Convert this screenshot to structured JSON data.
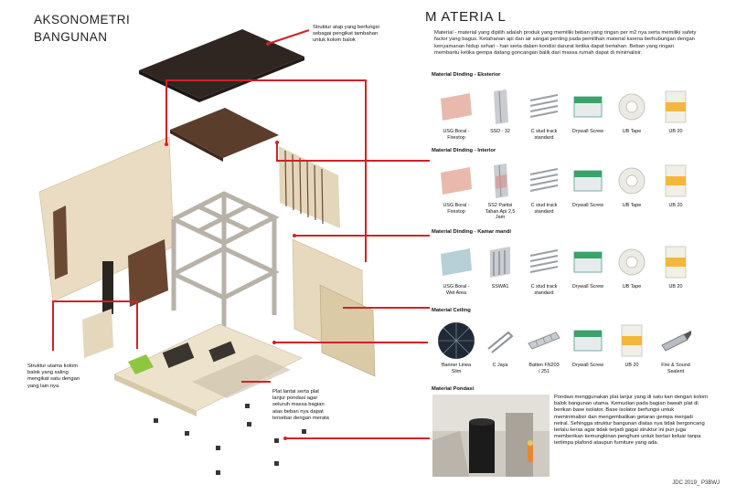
{
  "header": {
    "left_title": "AKSONOMETRI\nBANGUNAN",
    "right_title": "M  ATERIA  L"
  },
  "intro_text": "Material - material yang dipilih adalah produk yang memiliki beban yang ringan per m2 nya serta memiliki safety factor yang bagus. Ketahanan api dan air sangat penting pada pemilihan material karena berhubungan dengan kenyamanan hidup sehari - hari serta dalam kondisi darurat ketika dapat bertahan. Beban yang ringan membantu ketika gempa datang goncangan balik dari massa rumah dapat di minimalisir.",
  "notes": {
    "roof": "Struktur atap yang berfungsi\nsebagai pengikat tambahan\nuntuk kolom balok",
    "column": "Struktur utama kolom\nbalok yang saling\nmengikat satu dengan\nyang lain nya",
    "floor": "Plat lantai serta plat\nlanjur pondasi agar\nseluruh massa bagian\natas beban nya dapat\ntersebar dengan merata"
  },
  "sections": [
    {
      "label": "Material Dinding - Eksterior",
      "items": [
        {
          "caption": "USG Boral -\nFirestop",
          "icon": "board-pink-icon"
        },
        {
          "caption": "SSD - 32",
          "icon": "stud-profile-icon"
        },
        {
          "caption": "C stud track\nstandard",
          "icon": "c-track-icon"
        },
        {
          "caption": "Drywall Screw",
          "icon": "screw-box-icon"
        },
        {
          "caption": "UB Tape",
          "icon": "tape-roll-icon"
        },
        {
          "caption": "UB 20",
          "icon": "compound-bag-icon"
        }
      ]
    },
    {
      "label": "Material Dinding - Interior",
      "items": [
        {
          "caption": "USG Boral -\nFirestop",
          "icon": "board-pink-icon"
        },
        {
          "caption": "SS2 Partisi\nTahan Api 2,5\nJam",
          "icon": "stud-profile-icon"
        },
        {
          "caption": "C stud track\nstandard",
          "icon": "c-track-icon"
        },
        {
          "caption": "Drywall Screw",
          "icon": "screw-box-icon"
        },
        {
          "caption": "UB Tape",
          "icon": "tape-roll-icon"
        },
        {
          "caption": "UB 20",
          "icon": "compound-bag-icon"
        }
      ]
    },
    {
      "label": "Material Dinding - Kamar mandi",
      "items": [
        {
          "caption": "USG Boral -\nWet Area",
          "icon": "board-blue-icon"
        },
        {
          "caption": "SSWA1",
          "icon": "stud-profile-icon"
        },
        {
          "caption": "C stud track\nstandard",
          "icon": "c-track-icon"
        },
        {
          "caption": "Drywall Screw",
          "icon": "screw-box-icon"
        },
        {
          "caption": "UB Tape",
          "icon": "tape-roll-icon"
        },
        {
          "caption": "UB 20",
          "icon": "compound-bag-icon"
        }
      ]
    },
    {
      "label": "Material Ceiling",
      "items": [
        {
          "caption": "Banner  Linea\nSlim",
          "icon": "ceiling-disc-icon"
        },
        {
          "caption": "C Jaya",
          "icon": "c-profile-icon"
        },
        {
          "caption": "Batten FN203\n/ 251",
          "icon": "batten-icon"
        },
        {
          "caption": "Drywall Screw",
          "icon": "screw-box-icon"
        },
        {
          "caption": "UB 20",
          "icon": "compound-bag-icon"
        },
        {
          "caption": "Fire & Sound\nSealent",
          "icon": "sealant-tube-icon"
        }
      ]
    },
    {
      "label": "Material Pondasi",
      "items": []
    }
  ],
  "pondasi_text": "Pondasi menggunakan plat lanjur yang di satu kan dengan kolom balok bangunan utama. Kemudian pada bagian bawah plat di berikan base isolator. Base isolator berfungsi untuk meminimalisir dan mengembalikan getaran gempa menjadi netral. Sehingga struktur bangunan diatas nya tidak bergoncang terlalu keras agar tidak terjadi gagal struktur ini pun juga memberikan kemungkinan penghuni untuk berlari keluar tanpa tertimpa plafond ataupun furniture yang ada.",
  "footer": "JDC 2019_ P3BWJ",
  "colors": {
    "accent": "#d32027",
    "roof": "#3b2a22",
    "wall": "#e8dcc4"
  }
}
